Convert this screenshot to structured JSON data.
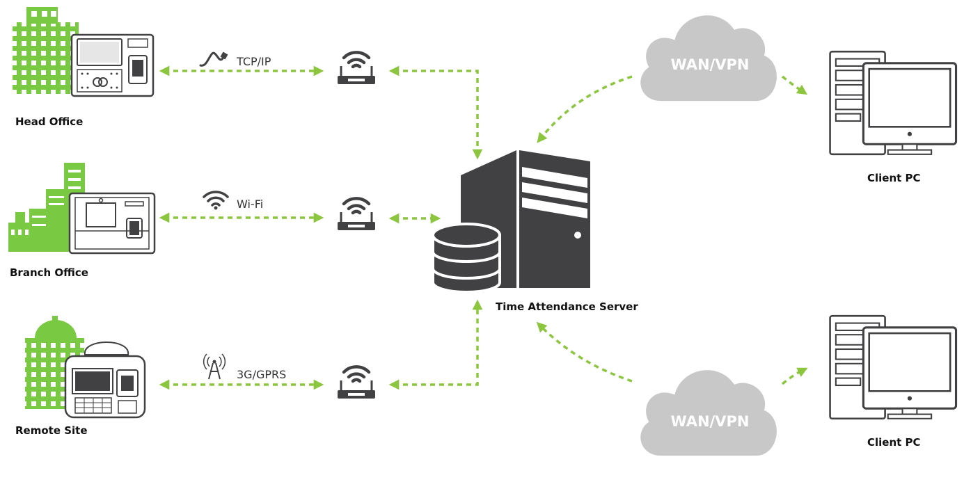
{
  "sites": [
    {
      "label": "Head Office"
    },
    {
      "label": "Branch Office"
    },
    {
      "label": "Remote Site"
    }
  ],
  "links": [
    {
      "label": "TCP/IP",
      "icon": "ethernet-cable-icon"
    },
    {
      "label": "Wi-Fi",
      "icon": "wifi-icon"
    },
    {
      "label": "3G/GPRS",
      "icon": "cell-tower-icon"
    }
  ],
  "server": {
    "label": "Time Attendance Server"
  },
  "clouds": [
    {
      "label": "WAN/VPN"
    },
    {
      "label": "WAN/VPN"
    }
  ],
  "clients": [
    {
      "label": "Client PC"
    },
    {
      "label": "Client PC"
    }
  ],
  "colors": {
    "building_green": "#7ac943",
    "arrow_green": "#8cc63f",
    "server_gray": "#414042",
    "cloud_gray": "#c8c8c8"
  }
}
